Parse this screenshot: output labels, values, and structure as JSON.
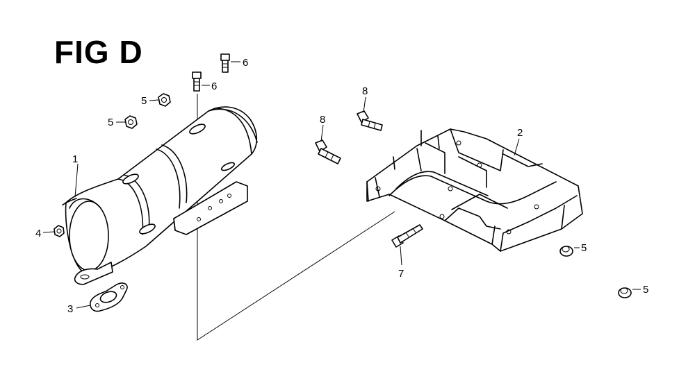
{
  "figure": {
    "title": "FIG D"
  },
  "callouts": [
    {
      "id": "1",
      "text": "1"
    },
    {
      "id": "2",
      "text": "2"
    },
    {
      "id": "3",
      "text": "3"
    },
    {
      "id": "4",
      "text": "4"
    },
    {
      "id": "5a",
      "text": "5"
    },
    {
      "id": "5b",
      "text": "5"
    },
    {
      "id": "5c",
      "text": "5"
    },
    {
      "id": "5d",
      "text": "5"
    },
    {
      "id": "6a",
      "text": "6"
    },
    {
      "id": "6b",
      "text": "6"
    },
    {
      "id": "7",
      "text": "7"
    },
    {
      "id": "8a",
      "text": "8"
    },
    {
      "id": "8b",
      "text": "8"
    }
  ]
}
